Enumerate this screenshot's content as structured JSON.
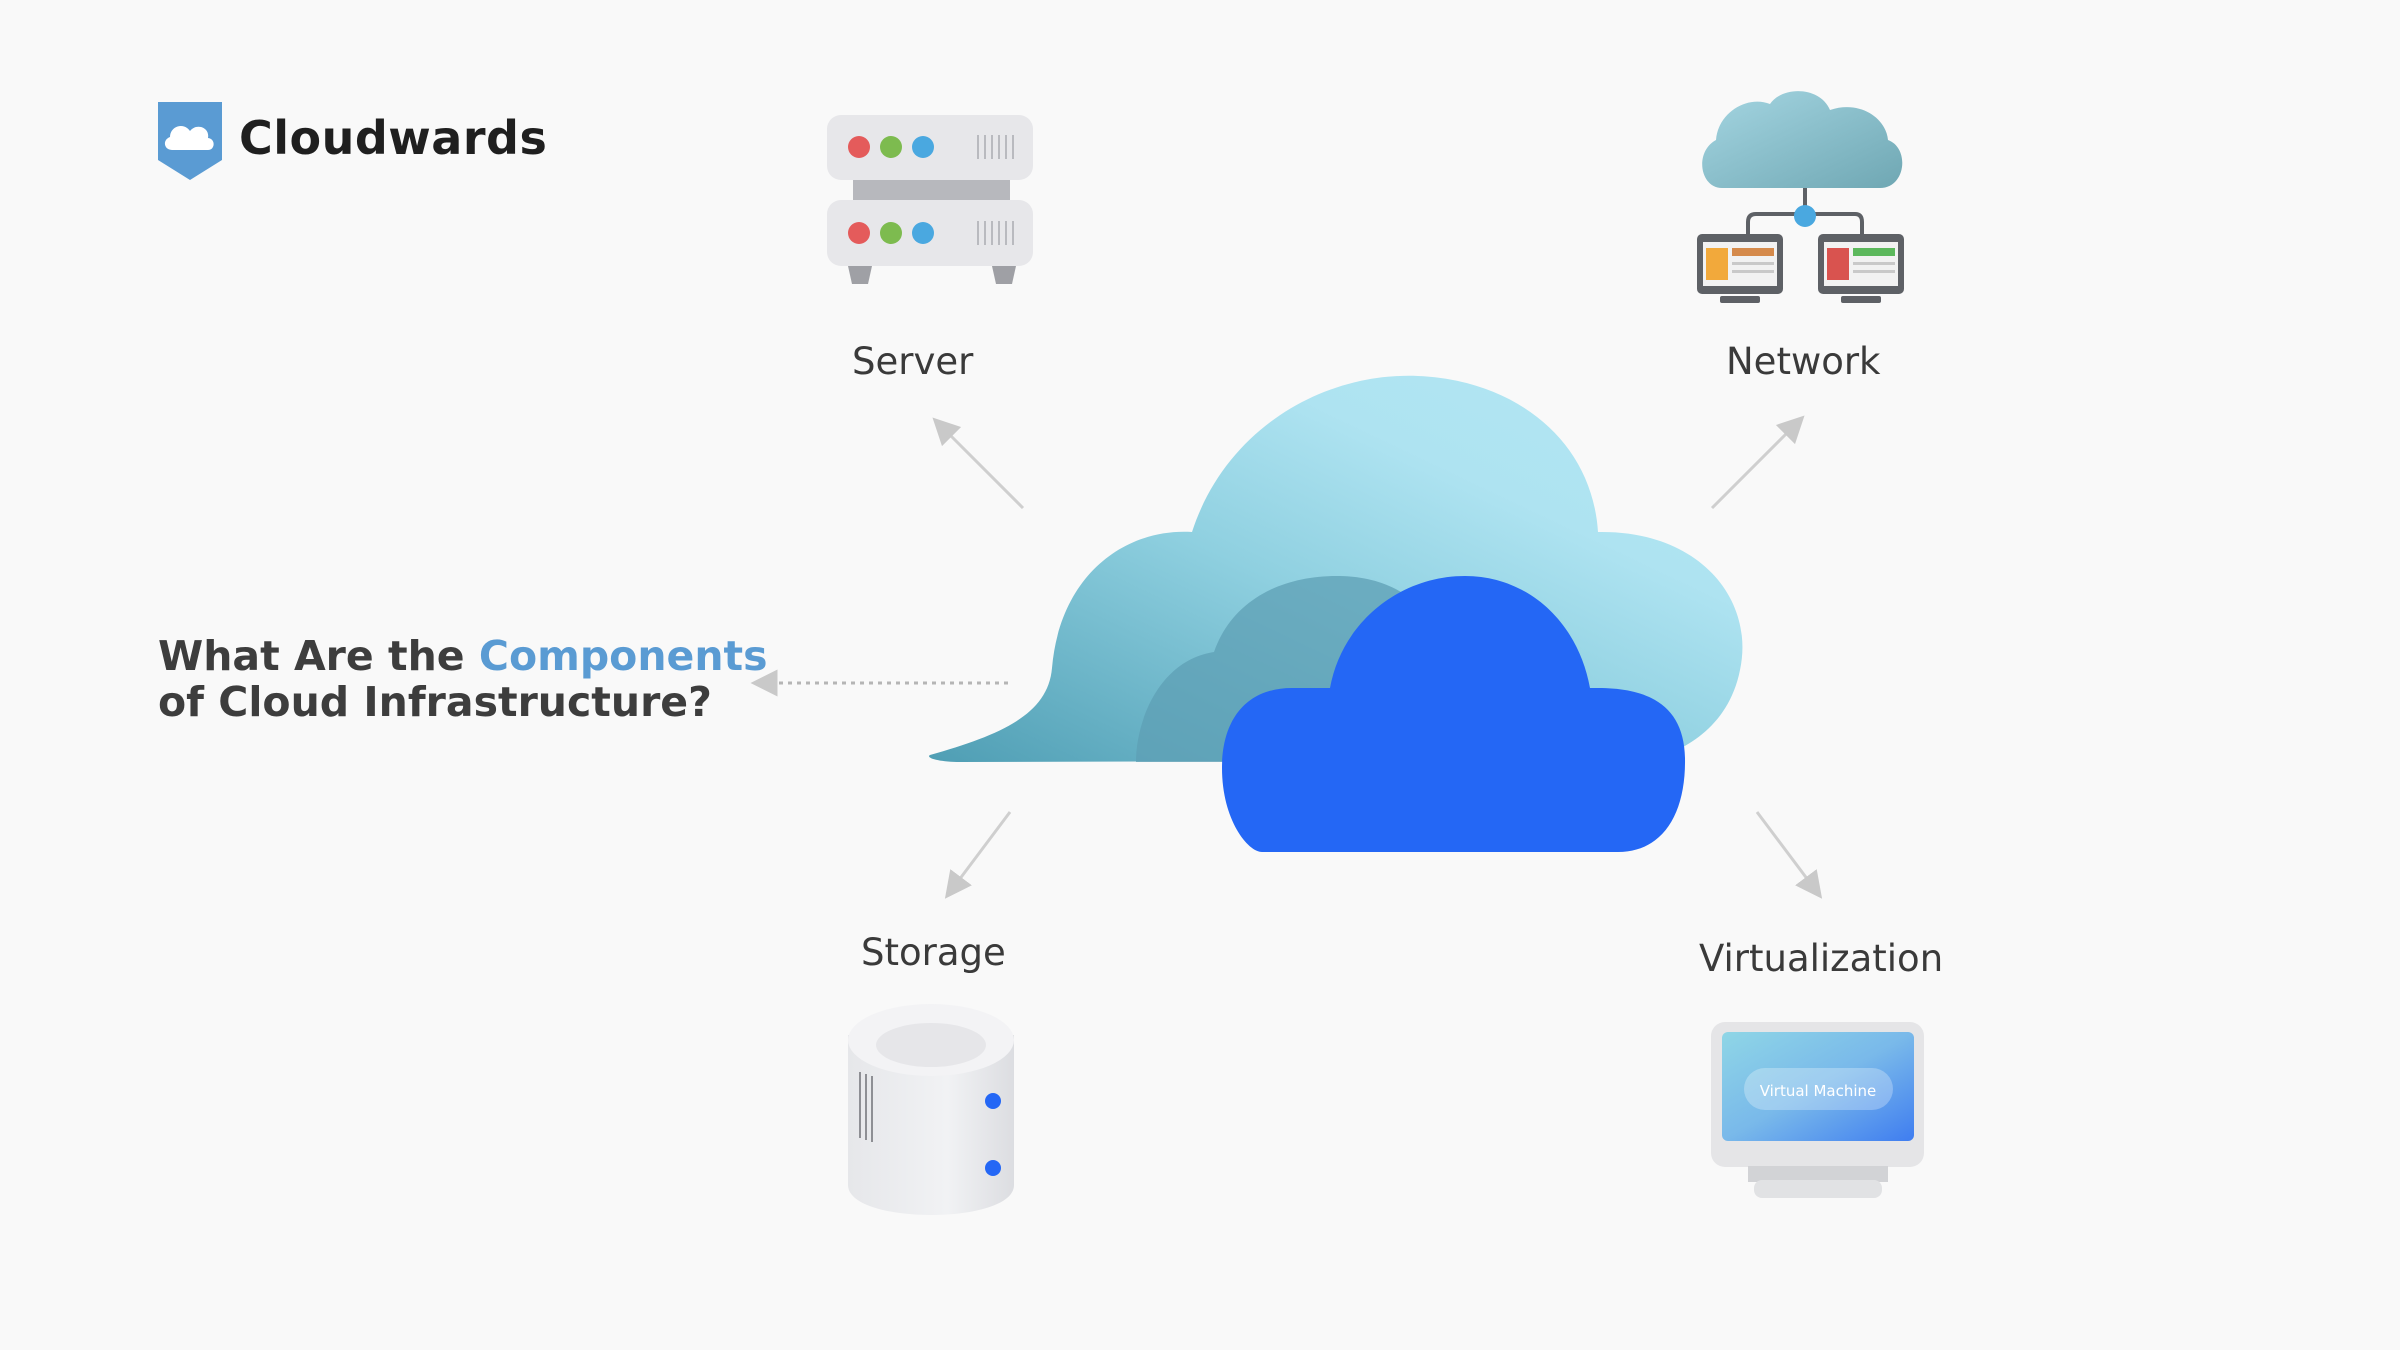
{
  "brand": {
    "name": "Cloudwards",
    "color": "#5a9bd3"
  },
  "headline": {
    "part1": "What Are the ",
    "accent": "Components",
    "part2": "of Cloud Infrastructure?",
    "accent_color": "#5a9bd3"
  },
  "components": [
    {
      "label": "Server",
      "icon": "server-rack-icon"
    },
    {
      "label": "Network",
      "icon": "cloud-network-icon"
    },
    {
      "label": "Storage",
      "icon": "database-icon"
    },
    {
      "label": "Virtualization",
      "icon": "monitor-vm-icon"
    }
  ],
  "vm_badge": "Virtual Machine",
  "colors": {
    "cloud_light": "#aee3f1",
    "cloud_teal": "#5ea9be",
    "cloud_blue": "#2467f5",
    "arrow": "#cfcfcf"
  }
}
